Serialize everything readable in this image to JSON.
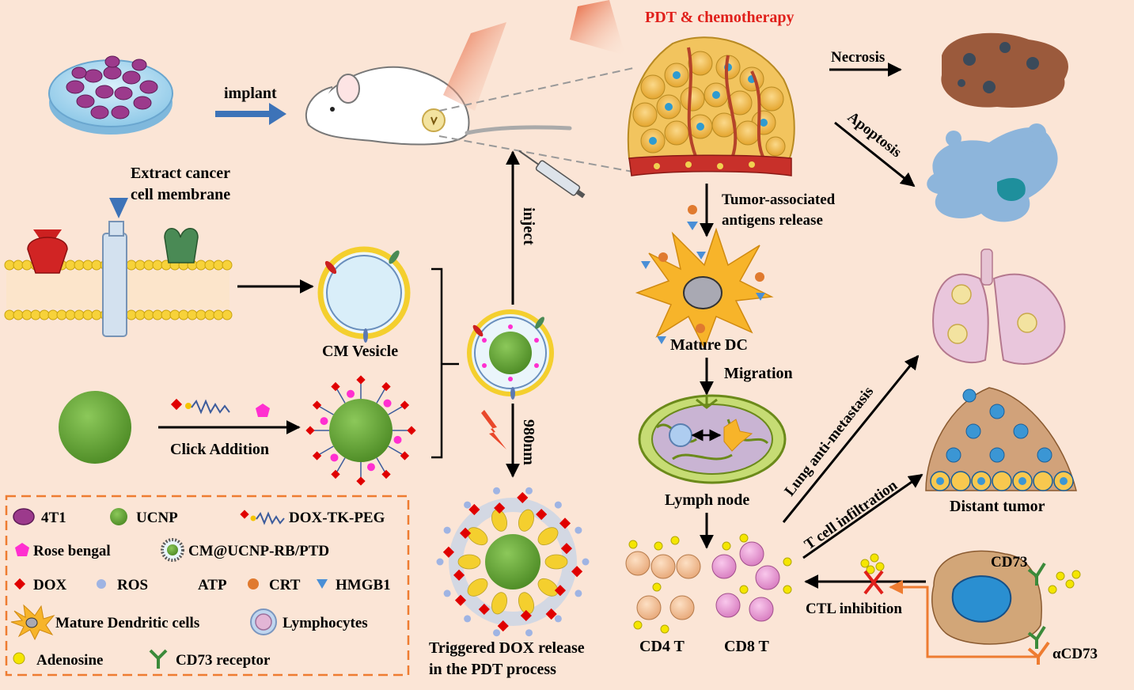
{
  "labels": {
    "pdt_chemo": "PDT & chemotherapy",
    "implant": "implant",
    "extract_line1": "Extract cancer",
    "extract_line2": "cell membrane",
    "cm_vesicle": "CM Vesicle",
    "click_addition": "Click Addition",
    "inject": "inject",
    "wavelength": "980nm",
    "dox_release_line1": "Triggered DOX release",
    "dox_release_line2": "in the PDT process",
    "necrosis": "Necrosis",
    "apoptosis": "Apoptosis",
    "taa_line1": "Tumor-associated",
    "taa_line2": "antigens release",
    "mature_dc": "Mature DC",
    "migration": "Migration",
    "lymph_node": "Lymph node",
    "lung_antimetastasis": "Lung anti-metastasis",
    "t_cell_infiltration": "T cell infiltration",
    "distant_tumor": "Distant tumor",
    "cd4": "CD4 T",
    "cd8": "CD8 T",
    "ctl_inhibition": "CTL inhibition",
    "cd73": "CD73",
    "anti_cd73": "αCD73"
  },
  "legend": {
    "items": [
      {
        "label": "4T1",
        "icon": "tumor-cell-4t1-icon"
      },
      {
        "label": "UCNP",
        "icon": "ucnp-sphere-icon"
      },
      {
        "label": "DOX-TK-PEG",
        "icon": "dox-tk-peg-icon"
      },
      {
        "label": "Rose bengal",
        "icon": "pentagon-icon"
      },
      {
        "label": "CM@UCNP-RB/PTD",
        "icon": "nanoparticle-icon"
      },
      {
        "label": "DOX",
        "icon": "red-diamond-icon"
      },
      {
        "label": "ROS",
        "icon": "blue-dot-icon"
      },
      {
        "label": "ATP",
        "icon": "purple-crescent-icon"
      },
      {
        "label": "CRT",
        "icon": "orange-dot-icon"
      },
      {
        "label": "HMGB1",
        "icon": "blue-triangle-icon"
      },
      {
        "label": "Mature Dendritic cells",
        "icon": "dendritic-cell-icon"
      },
      {
        "label": "Lymphocytes",
        "icon": "lymphocyte-icon"
      },
      {
        "label": "Adenosine",
        "icon": "yellow-dot-icon"
      },
      {
        "label": "CD73 receptor",
        "icon": "y-receptor-icon"
      }
    ]
  },
  "colors": {
    "background": "#fbe5d6",
    "arrow_blue": "#3d73b8",
    "ucnp_green": "#6aa83b",
    "legend_border": "#ee7c31",
    "pdt_red": "#e0201b",
    "dox_red": "#e00000",
    "atp_purple": "#6a3c9c",
    "crt_orange": "#e07a2f",
    "hmgb1_blue": "#4a8fd6",
    "adenosine_yellow": "#f5e600"
  }
}
